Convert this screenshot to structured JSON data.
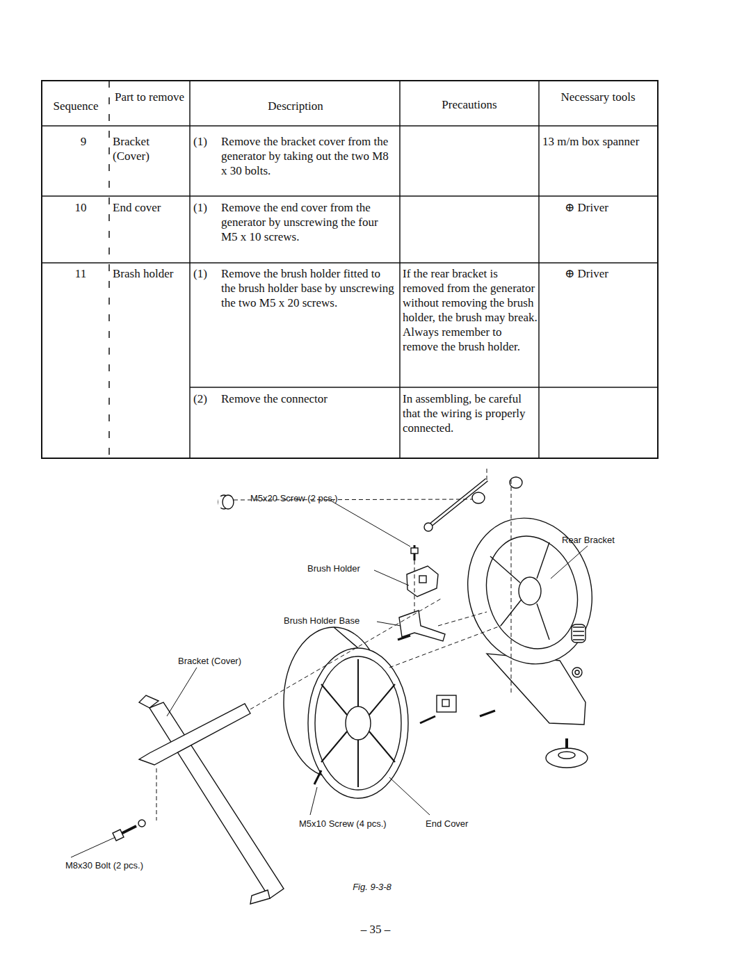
{
  "diagram": {
    "caption": "Fig. 9-3-8",
    "labels": [
      "Sequence",
      "Part to remove",
      "Description",
      "Precautions",
      "Necessary tools",
      "9",
      "Bracket (Cover)",
      "(1)",
      "Remove the bracket cover from the generator by taking out the two M8 x 30 bolts.",
      "13 m/m box spanner",
      "10",
      "End cover",
      "(1)",
      "Remove the end cover from the generator by unscrewing the four M5 x 10 screws.",
      "⊕ Driver",
      "11",
      "Brash holder",
      "(1)",
      "Remove the brush holder fitted to the brush holder base by unscrewing the two M5 x 20 screws.",
      "If the rear bracket is removed from the generator without removing the brush holder, the brush may break. Always remember to remove the brush holder.",
      "⊕ Driver",
      "(2)",
      "Remove the connector",
      "In assembling, be careful that the wiring is properly connected.",
      "M5x20 Screw (2 pcs.)",
      "Rear Bracket",
      "Brush Holder",
      "Brush Holder Base",
      "Bracket (Cover)",
      "M5x10 Screw (4 pcs.)",
      "End Cover",
      "M8x30 Bolt (2 pcs.)",
      "– 35 –"
    ]
  }
}
